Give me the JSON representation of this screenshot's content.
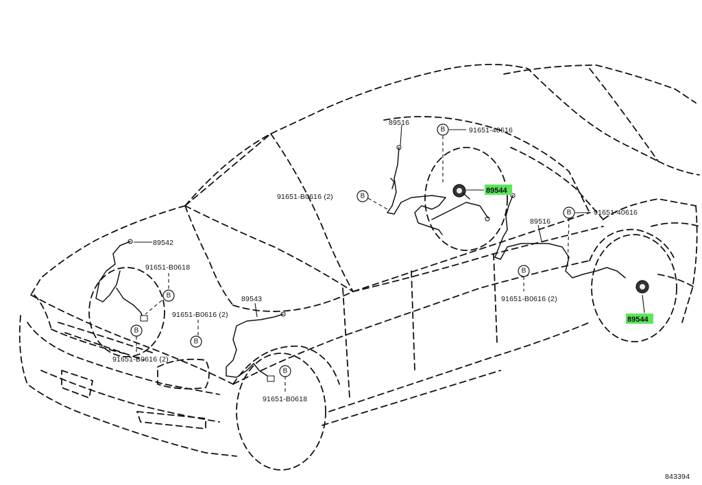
{
  "diagram": {
    "highlight_color": "#5ce65c",
    "labels": {
      "sensor_rear_upper": "89516",
      "clamp_top": "91651-40616",
      "bolt_upper_left": "91651-B0616 (2)",
      "sensor_rear_highlight_1": "89544",
      "sensor_rear_right": "89516",
      "clamp_right": "91651-40616",
      "bolt_right_lower": "91651-B0616 (2)",
      "sensor_rear_highlight_2": "89544",
      "front_left_sensor": "89542",
      "bolt_front_left": "91651-B0618",
      "front_right_sensor": "89543",
      "bolt_front_right_upper": "91651-B0616 (2)",
      "bolt_front_left_lower": "91651-B0616 (2)",
      "bolt_front_right_lower": "91651-B0618",
      "drawing_number": "843394"
    },
    "badge_letter": "B"
  }
}
